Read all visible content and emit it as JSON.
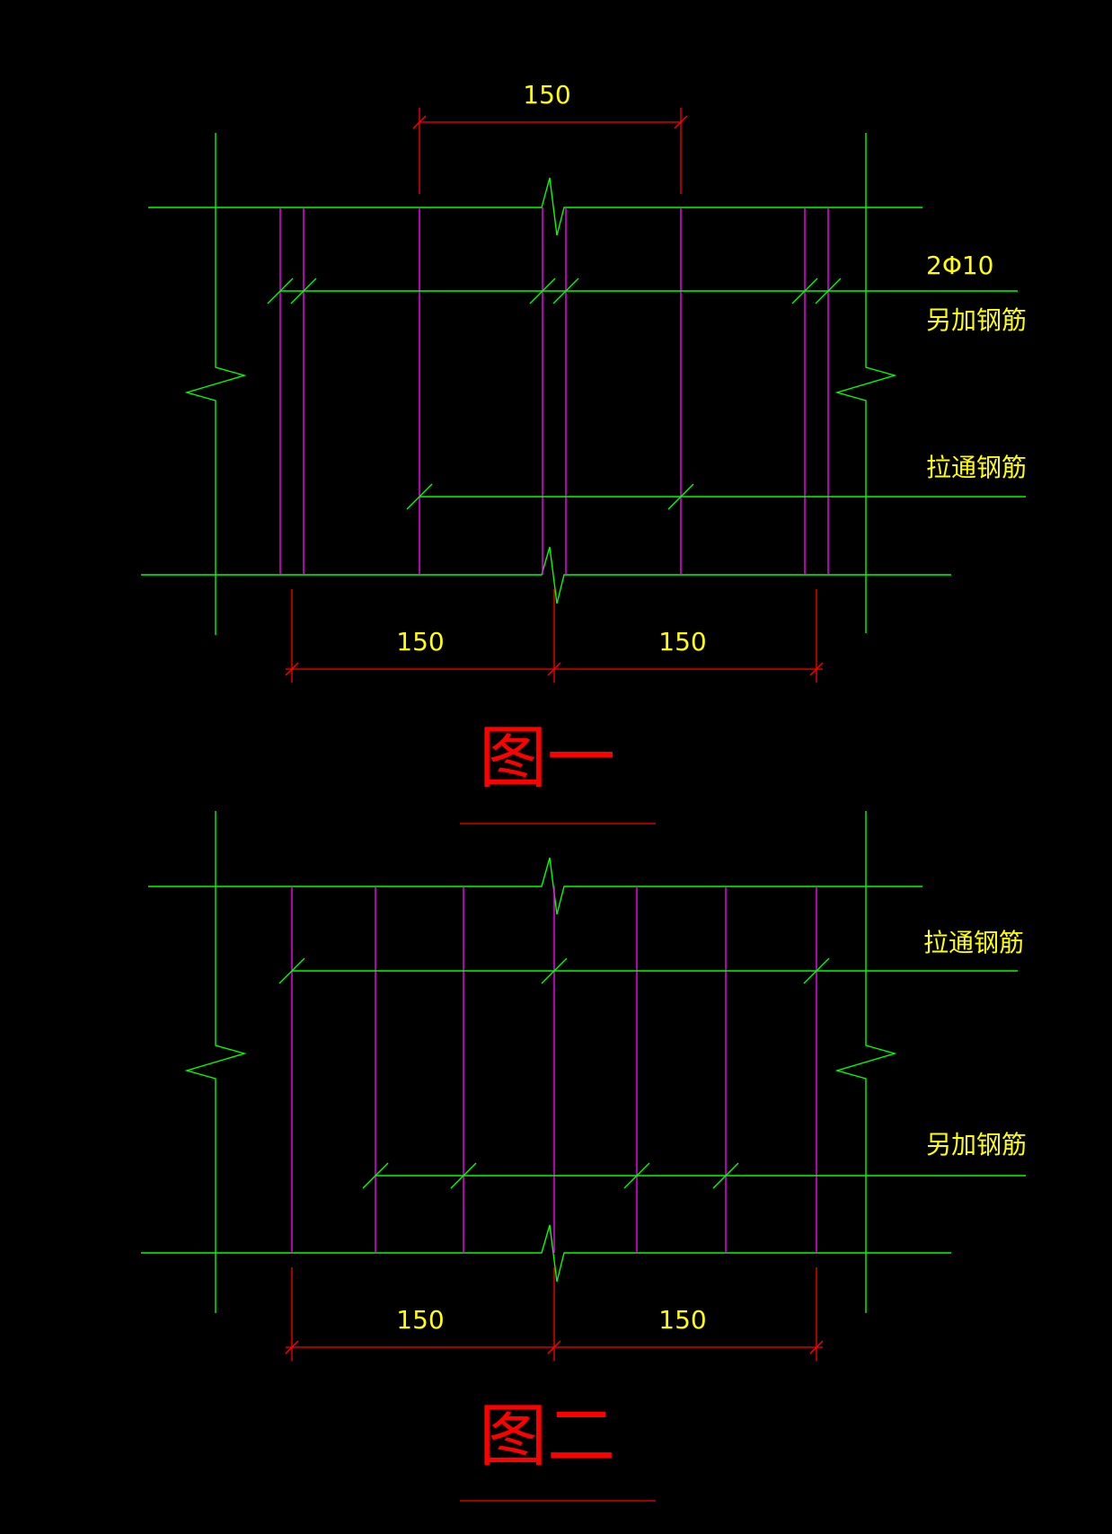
{
  "colors": {
    "background": "#000000",
    "structure_lines": "#00ff00",
    "stirrups": "#ff00ff",
    "dimensions": "#ff0000",
    "labels": "#ffff00",
    "titles": "#ff0000"
  },
  "figure1": {
    "title": "图一",
    "top_dimension": "150",
    "bottom_dimension_left": "150",
    "bottom_dimension_right": "150",
    "label_rebar_spec": "2Φ10",
    "label_additional": "另加钢筋",
    "label_through": "拉通钢筋"
  },
  "figure2": {
    "title": "图二",
    "bottom_dimension_left": "150",
    "bottom_dimension_right": "150",
    "label_through": "拉通钢筋",
    "label_additional": "另加钢筋"
  }
}
